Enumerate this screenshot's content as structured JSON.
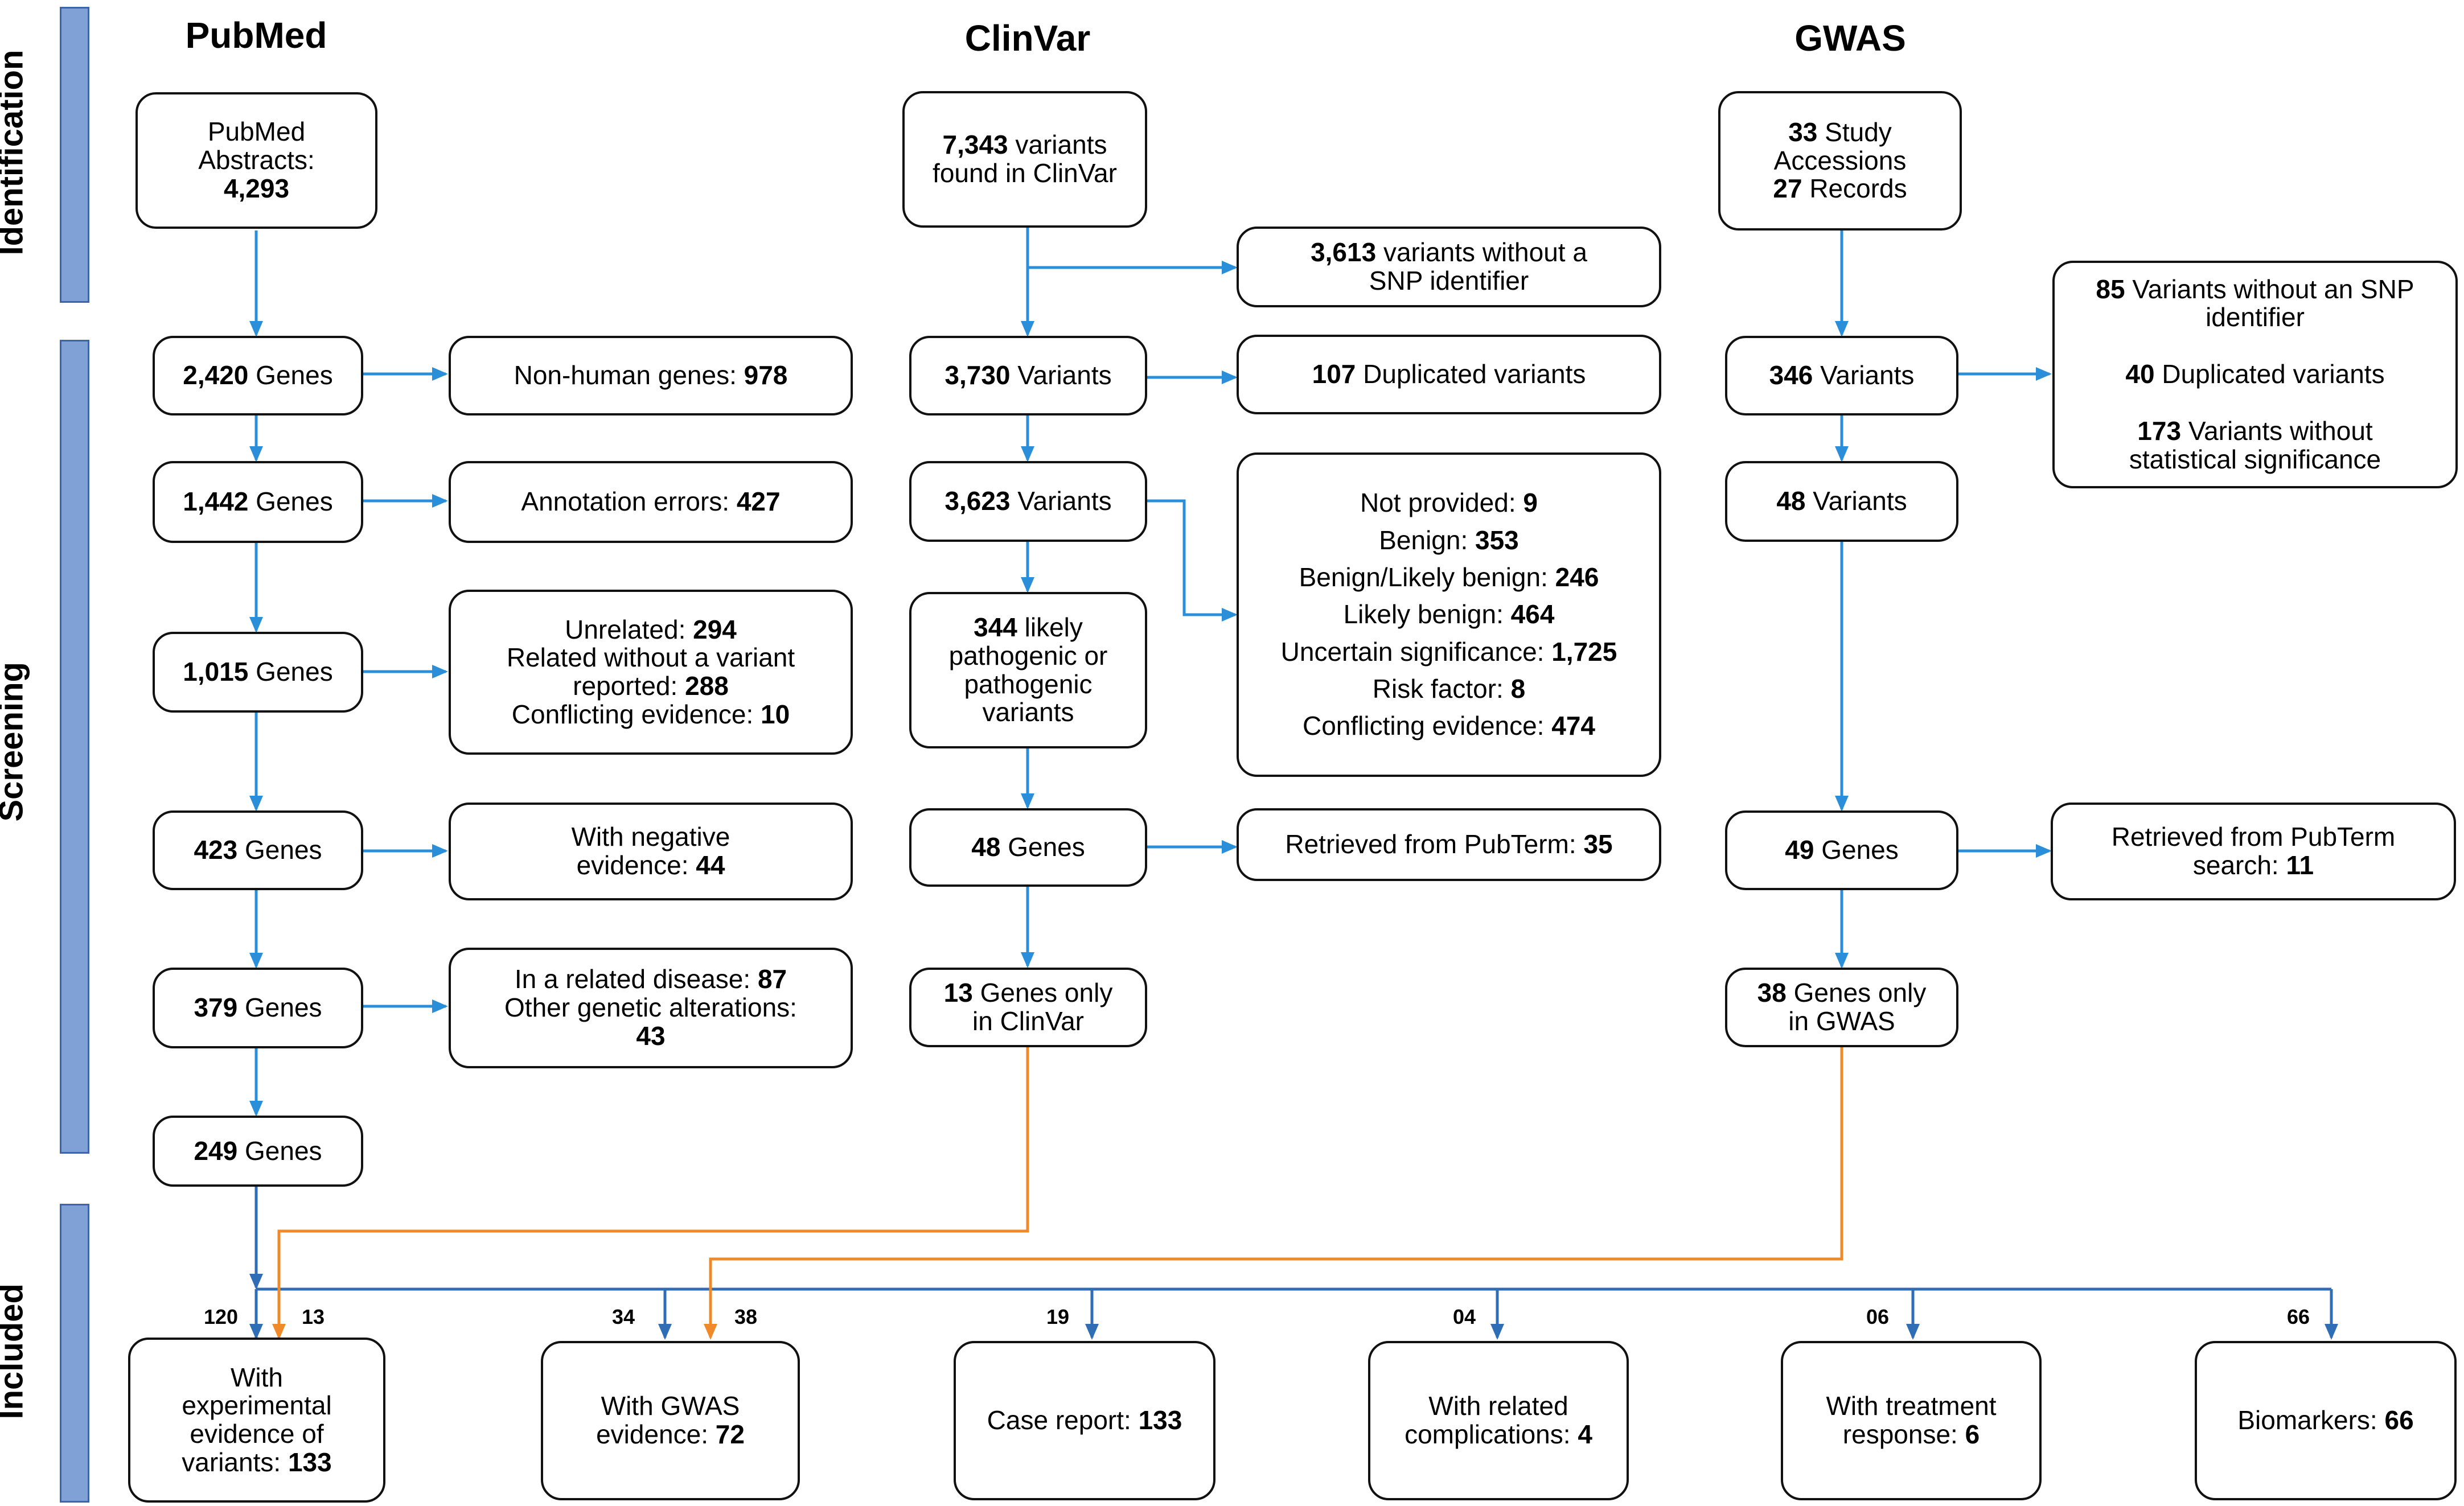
{
  "stages": {
    "identification": "Identification",
    "screening": "Screening",
    "included": "Included"
  },
  "columns": {
    "pubmed": "PubMed",
    "clinvar": "ClinVar",
    "gwas": "GWAS"
  },
  "pubmed": {
    "abstracts": {
      "l1": "PubMed",
      "l2": "Abstracts:",
      "l3": "4,293"
    },
    "genes_2420": {
      "num": "2,420",
      "txt": " Genes"
    },
    "nonhuman": {
      "txt": "Non-human genes: ",
      "num": "978"
    },
    "genes_1442": {
      "num": "1,442",
      "txt": " Genes"
    },
    "annotation": {
      "txt": "Annotation errors: ",
      "num": "427"
    },
    "genes_1015": {
      "num": "1,015",
      "txt": " Genes"
    },
    "unrelated": {
      "l1_txt": "Unrelated: ",
      "l1_num": "294",
      "l2": "Related without a variant",
      "l3_txt": "reported: ",
      "l3_num": "288",
      "l4_txt": "Conflicting evidence: ",
      "l4_num": "10"
    },
    "genes_423": {
      "num": "423",
      "txt": " Genes"
    },
    "negative": {
      "l1": "With negative",
      "l2_txt": "evidence: ",
      "l2_num": "44"
    },
    "genes_379": {
      "num": "379",
      "txt": " Genes"
    },
    "related_disease": {
      "l1_txt": "In a related disease: ",
      "l1_num": "87",
      "l2": "Other genetic alterations:",
      "l3": "43"
    },
    "genes_249": {
      "num": "249",
      "txt": " Genes"
    }
  },
  "clinvar": {
    "found": {
      "l1_num": "7,343",
      "l1_txt": " variants",
      "l2": "found in ClinVar"
    },
    "no_snp": {
      "l1_num": "3,613",
      "l1_txt": " variants without a",
      "l2": "SNP identifier"
    },
    "variants_3730": {
      "num": "3,730",
      "txt": " Variants"
    },
    "duplicated": {
      "num": "107",
      "txt": " Duplicated variants"
    },
    "variants_3623": {
      "num": "3,623",
      "txt": " Variants"
    },
    "classes": [
      {
        "txt": "Not provided: ",
        "num": "9"
      },
      {
        "txt": "Benign: ",
        "num": "353"
      },
      {
        "txt": "Benign/Likely benign: ",
        "num": "246"
      },
      {
        "txt": "Likely benign: ",
        "num": "464"
      },
      {
        "txt": "Uncertain significance: ",
        "num": "1,725"
      },
      {
        "txt": "Risk factor: ",
        "num": "8"
      },
      {
        "txt": "Conflicting evidence: ",
        "num": "474"
      }
    ],
    "pathogenic": {
      "l1_num": "344",
      "l1_txt": " likely",
      "l2": "pathogenic or",
      "l3": "pathogenic",
      "l4": "variants"
    },
    "genes_48": {
      "num": "48",
      "txt": " Genes"
    },
    "pubterm": {
      "txt": "Retrieved from PubTerm: ",
      "num": "35"
    },
    "only": {
      "l1_num": "13",
      "l1_txt": " Genes only",
      "l2": "in ClinVar"
    }
  },
  "gwas": {
    "accessions": {
      "l1_num": "33",
      "l1_txt": " Study",
      "l2": "Accessions",
      "l3_num": "27",
      "l3_txt": " Records"
    },
    "excluded": {
      "a_num": "85",
      "a_txt": " Variants without an SNP",
      "a2": "identifier",
      "b_num": "40",
      "b_txt": " Duplicated variants",
      "c_num": "173",
      "c_txt": " Variants without",
      "c2": "statistical significance"
    },
    "variants_346": {
      "num": "346",
      "txt": " Variants"
    },
    "variants_48": {
      "num": "48",
      "txt": " Variants"
    },
    "genes_49": {
      "num": "49",
      "txt": " Genes"
    },
    "pubterm": {
      "l1": "Retrieved from PubTerm",
      "l2_txt": "search: ",
      "l2_num": "11"
    },
    "only": {
      "l1_num": "38",
      "l1_txt": " Genes only",
      "l2": "in GWAS"
    }
  },
  "included": {
    "experimental": {
      "l1": "With",
      "l2": "experimental",
      "l3": "evidence of",
      "l4_txt": "variants: ",
      "l4_num": "133"
    },
    "gwas_ev": {
      "l1": "With GWAS",
      "l2_txt": "evidence: ",
      "l2_num": "72"
    },
    "case": {
      "txt": "Case report: ",
      "num": "133"
    },
    "complications": {
      "l1": "With related",
      "l2_txt": "complications: ",
      "l2_num": "4"
    },
    "treatment": {
      "l1": "With treatment",
      "l2_txt": "response: ",
      "l2_num": "6"
    },
    "biomarkers": {
      "txt": "Biomarkers: ",
      "num": "66"
    },
    "counts": [
      "120",
      "13",
      "34",
      "38",
      "19",
      "04",
      "06",
      "66"
    ]
  },
  "colors": {
    "flow_blue": "#2a8fd8",
    "flow_orange": "#ef8a2a",
    "stage_fill": "#7fa1d6"
  }
}
